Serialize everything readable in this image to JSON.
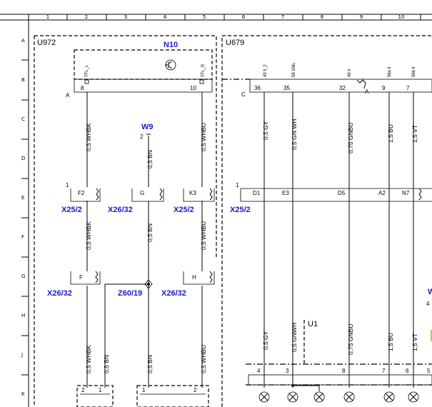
{
  "grid": {
    "columns": [
      "1",
      "2",
      "3",
      "4",
      "5",
      "6",
      "7",
      "8",
      "9",
      "10"
    ],
    "rows": [
      "A",
      "B",
      "C",
      "D",
      "E",
      "F",
      "G",
      "H",
      "J",
      "K"
    ]
  },
  "blocks": {
    "u972": "U972",
    "u679": "U679",
    "n10": "N10",
    "w9": "W9",
    "u1": "U1",
    "w_partial": "W",
    "num_4_partial": "4"
  },
  "n10_pins": {
    "tfl_l": "TFL_L",
    "tfl_r": "TFL_R",
    "p8": "8",
    "p10": "10",
    "conn_a": "A"
  },
  "u679_pins": {
    "conn_c": "C",
    "conn_a": "A",
    "p36": "36",
    "p35": "35",
    "p32": "32",
    "p9": "9",
    "p7": "7",
    "lbl36": "49 ll_2",
    "lbl35": "58 SML",
    "lbl32": "49 ll",
    "lbl9": "56a ll",
    "lbl7": "56b ll"
  },
  "w9_pin": "2",
  "wires": {
    "whbk_top": "0,5 WHBK",
    "bn_top": "0,5 BN",
    "whbu_top": "0,5 WHBU",
    "gy_top": "0,5 GY",
    "gnwh_top": "0,5 GN WH",
    "gnbu_top": "0,75 GNBU",
    "bu_top": "1,5 BU",
    "vt_top": "1,5 VT",
    "whbk_mid": "0,5 WHBK",
    "bn_mid": "0,5 BN",
    "whbu_mid": "0,5 WHBU",
    "gy_low": "0,5 GY",
    "gnwh_low": "0,5 GNWH",
    "gnbu_low": "0,75 GNBU",
    "bu_low": "1,5 BU",
    "vt_low": "1,5 VT",
    "whbk_bot": "0,5 WHBK",
    "bn_bot1": "0,5 BN",
    "bn_bot2": "0,5 BN",
    "whbu_bot": "0,5 WHBU"
  },
  "connectors": {
    "x25_2_a": "X25/2",
    "x26_32_a": "X26/32",
    "x25_2_b": "X25/2",
    "x25_2_c": "X25/2",
    "x26_32_b": "X26/32",
    "z60_19": "Z60/19",
    "x26_32_c": "X26/32",
    "f2": "F2",
    "g": "G",
    "k3": "K3",
    "d1": "D1",
    "e3": "E3",
    "d5": "D5",
    "a2": "A2",
    "n7": "N7",
    "f": "F",
    "h": "H",
    "pin1_a": "1",
    "pin1_b": "1"
  },
  "bottom": {
    "p4": "4",
    "p3": "3",
    "p8": "8",
    "p7": "7",
    "p6": "6",
    "p5": "5",
    "l2a": "2",
    "l1a": "1",
    "l1b": "1",
    "l2b": "2"
  }
}
